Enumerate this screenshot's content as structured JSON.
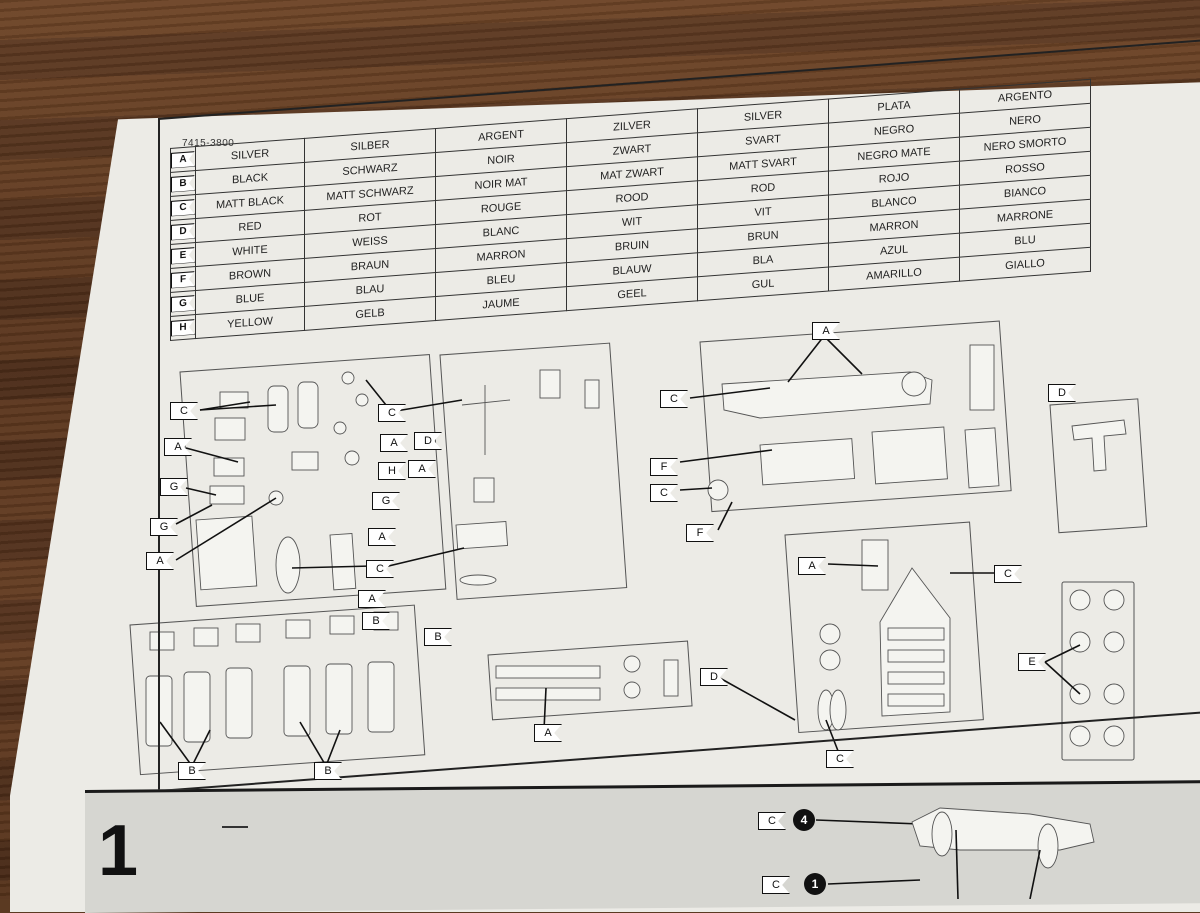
{
  "sheet": {
    "part_number": "7415-3800"
  },
  "color_table": {
    "rows": [
      {
        "key": "A",
        "cols": [
          "SILVER",
          "SILBER",
          "ARGENT",
          "ZILVER",
          "SILVER",
          "PLATA",
          "ARGENTO"
        ]
      },
      {
        "key": "B",
        "cols": [
          "BLACK",
          "SCHWARZ",
          "NOIR",
          "ZWART",
          "SVART",
          "NEGRO",
          "NERO"
        ]
      },
      {
        "key": "C",
        "cols": [
          "MATT BLACK",
          "MATT SCHWARZ",
          "NOIR MAT",
          "MAT ZWART",
          "MATT SVART",
          "NEGRO MATE",
          "NERO SMORTO"
        ]
      },
      {
        "key": "D",
        "cols": [
          "RED",
          "ROT",
          "ROUGE",
          "ROOD",
          "ROD",
          "ROJO",
          "ROSSO"
        ]
      },
      {
        "key": "E",
        "cols": [
          "WHITE",
          "WEISS",
          "BLANC",
          "WIT",
          "VIT",
          "BLANCO",
          "BIANCO"
        ]
      },
      {
        "key": "F",
        "cols": [
          "BROWN",
          "BRAUN",
          "MARRON",
          "BRUIN",
          "BRUN",
          "MARRON",
          "MARRONE"
        ]
      },
      {
        "key": "G",
        "cols": [
          "BLUE",
          "BLAU",
          "BLEU",
          "BLAUW",
          "BLA",
          "AZUL",
          "BLU"
        ]
      },
      {
        "key": "H",
        "cols": [
          "YELLOW",
          "GELB",
          "JAUME",
          "GEEL",
          "GUL",
          "AMARILLO",
          "GIALLO"
        ]
      }
    ]
  },
  "callouts": [
    {
      "id": "c1",
      "label": "C"
    },
    {
      "id": "c2",
      "label": "C"
    },
    {
      "id": "c3",
      "label": "A"
    },
    {
      "id": "c4",
      "label": "G"
    },
    {
      "id": "c5",
      "label": "G"
    },
    {
      "id": "c6",
      "label": "A"
    },
    {
      "id": "c7",
      "label": "A"
    },
    {
      "id": "c8",
      "label": "H"
    },
    {
      "id": "c9",
      "label": "D"
    },
    {
      "id": "c10",
      "label": "A"
    },
    {
      "id": "c11",
      "label": "G"
    },
    {
      "id": "c12",
      "label": "A"
    },
    {
      "id": "c13",
      "label": "C"
    },
    {
      "id": "c14",
      "label": "A"
    },
    {
      "id": "c15",
      "label": "B"
    },
    {
      "id": "c16",
      "label": "B"
    },
    {
      "id": "c17",
      "label": "B"
    },
    {
      "id": "c18",
      "label": "B"
    },
    {
      "id": "c19",
      "label": "A"
    },
    {
      "id": "c20",
      "label": "C"
    },
    {
      "id": "c21",
      "label": "F"
    },
    {
      "id": "c22",
      "label": "C"
    },
    {
      "id": "c23",
      "label": "F"
    },
    {
      "id": "c24",
      "label": "D"
    },
    {
      "id": "c25",
      "label": "A"
    },
    {
      "id": "c26",
      "label": "C"
    },
    {
      "id": "c27",
      "label": "A"
    },
    {
      "id": "c28",
      "label": "D"
    },
    {
      "id": "c29",
      "label": "C"
    },
    {
      "id": "c30",
      "label": "E"
    },
    {
      "id": "c31",
      "label": "C"
    },
    {
      "id": "c32",
      "label": "C"
    }
  ],
  "step": {
    "number": "1"
  },
  "step_qty": [
    {
      "id": "q1",
      "value": "4"
    },
    {
      "id": "q2",
      "value": "1"
    }
  ]
}
